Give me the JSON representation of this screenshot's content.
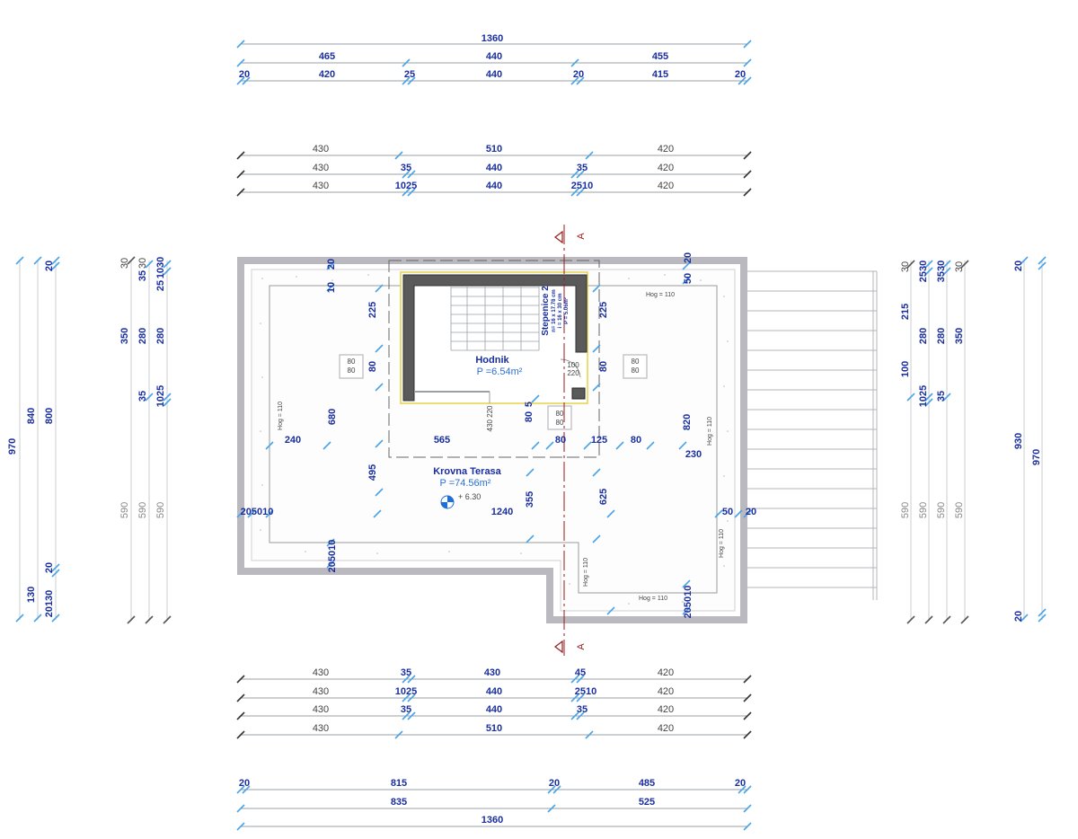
{
  "colors": {
    "dim_blue": "#1a2f9e",
    "tick_blue": "#4aa3e6",
    "dim_gray": "#444444",
    "wall_gray": "#b9b9bf",
    "dark_wall": "#5a5a5a",
    "section_red": "#9b1c1c",
    "stair_outline": "#e6d24a"
  },
  "top_dims": {
    "row1": [
      "1360"
    ],
    "row2": [
      "465",
      "440",
      "455"
    ],
    "row3": [
      "20",
      "420",
      "25",
      "440",
      "20",
      "415",
      "20"
    ],
    "row4": [
      "430",
      "510",
      "420"
    ],
    "row5": [
      "430",
      "35",
      "440",
      "35",
      "420"
    ],
    "row6": [
      "430",
      "1025",
      "440",
      "2510",
      "420"
    ]
  },
  "bottom_dims": {
    "row1": [
      "430",
      "35",
      "430",
      "45",
      "420"
    ],
    "row2": [
      "430",
      "1025",
      "440",
      "2510",
      "420"
    ],
    "row3": [
      "430",
      "35",
      "440",
      "35",
      "420"
    ],
    "row4": [
      "430",
      "510",
      "420"
    ],
    "row5": [
      "20",
      "815",
      "20",
      "485",
      "20"
    ],
    "row6": [
      "835",
      "525"
    ],
    "row7": [
      "1360"
    ]
  },
  "left_dims": {
    "col1": [
      "970"
    ],
    "col2": [
      "840",
      "130"
    ],
    "col3": [
      "20",
      "800",
      "20",
      "20130"
    ],
    "col4": [
      "30",
      "350",
      "35",
      "590"
    ],
    "col5": [
      "30",
      "35",
      "280",
      "590"
    ],
    "col6": [
      "25",
      "1030",
      "280",
      "1025",
      "590"
    ]
  },
  "right_dims": {
    "col1": [
      "215",
      "100",
      "590"
    ],
    "col2": [
      "30",
      "2530",
      "280",
      "1025",
      "590"
    ],
    "col3": [
      "3530",
      "280",
      "35",
      "590"
    ],
    "col4": [
      "30",
      "350",
      "590"
    ],
    "col5": [
      "20",
      "930",
      "20"
    ],
    "col6": [
      "970"
    ]
  },
  "interior_dims": {
    "d20_top": "20",
    "d10": "10",
    "d225_left": "225",
    "d80_left": "80",
    "d680": "680",
    "d240": "240",
    "d495": "495",
    "d565": "565",
    "d430_220": "430\n220",
    "d80_mid": "80",
    "d5": "5",
    "d80_bottom": "80",
    "d125": "125",
    "d80_right": "80",
    "d230": "230",
    "d820": "820",
    "d225_right": "225",
    "d80_right_mid": "80",
    "d50_top": "50",
    "d20_right_top": "20",
    "d355": "355",
    "d625": "625",
    "d1240": "1240",
    "d205010_left": "205010",
    "d205010_bl": "205010",
    "d205010_br": "205010",
    "d50_right": "50",
    "d20_right": "20",
    "d100": "100",
    "d220": "220"
  },
  "openings": [
    {
      "id": "left",
      "a": "80",
      "b": "80"
    },
    {
      "id": "right",
      "a": "80",
      "b": "80"
    },
    {
      "id": "mid",
      "a": "80",
      "b": "80"
    }
  ],
  "rooms": {
    "hodnik_name": "Hodnik",
    "hodnik_area": "P =6.54m²",
    "terrace_name": "Krovna Terasa",
    "terrace_area": "P =74.56m²",
    "level": "+ 6.30"
  },
  "stairs": {
    "title": "Stepenice 2",
    "line1": "n= 16 x 17.78 cm",
    "line2": "i = 16 x 30 cm",
    "line3": "P = 5.06m²"
  },
  "hog_labels": [
    "Hog = 110",
    "Hog = 110",
    "Hog = 110",
    "Hog = 110",
    "Hog = 110",
    "Hog = 110"
  ],
  "section": {
    "label_top": "A",
    "label_bottom": "A"
  }
}
